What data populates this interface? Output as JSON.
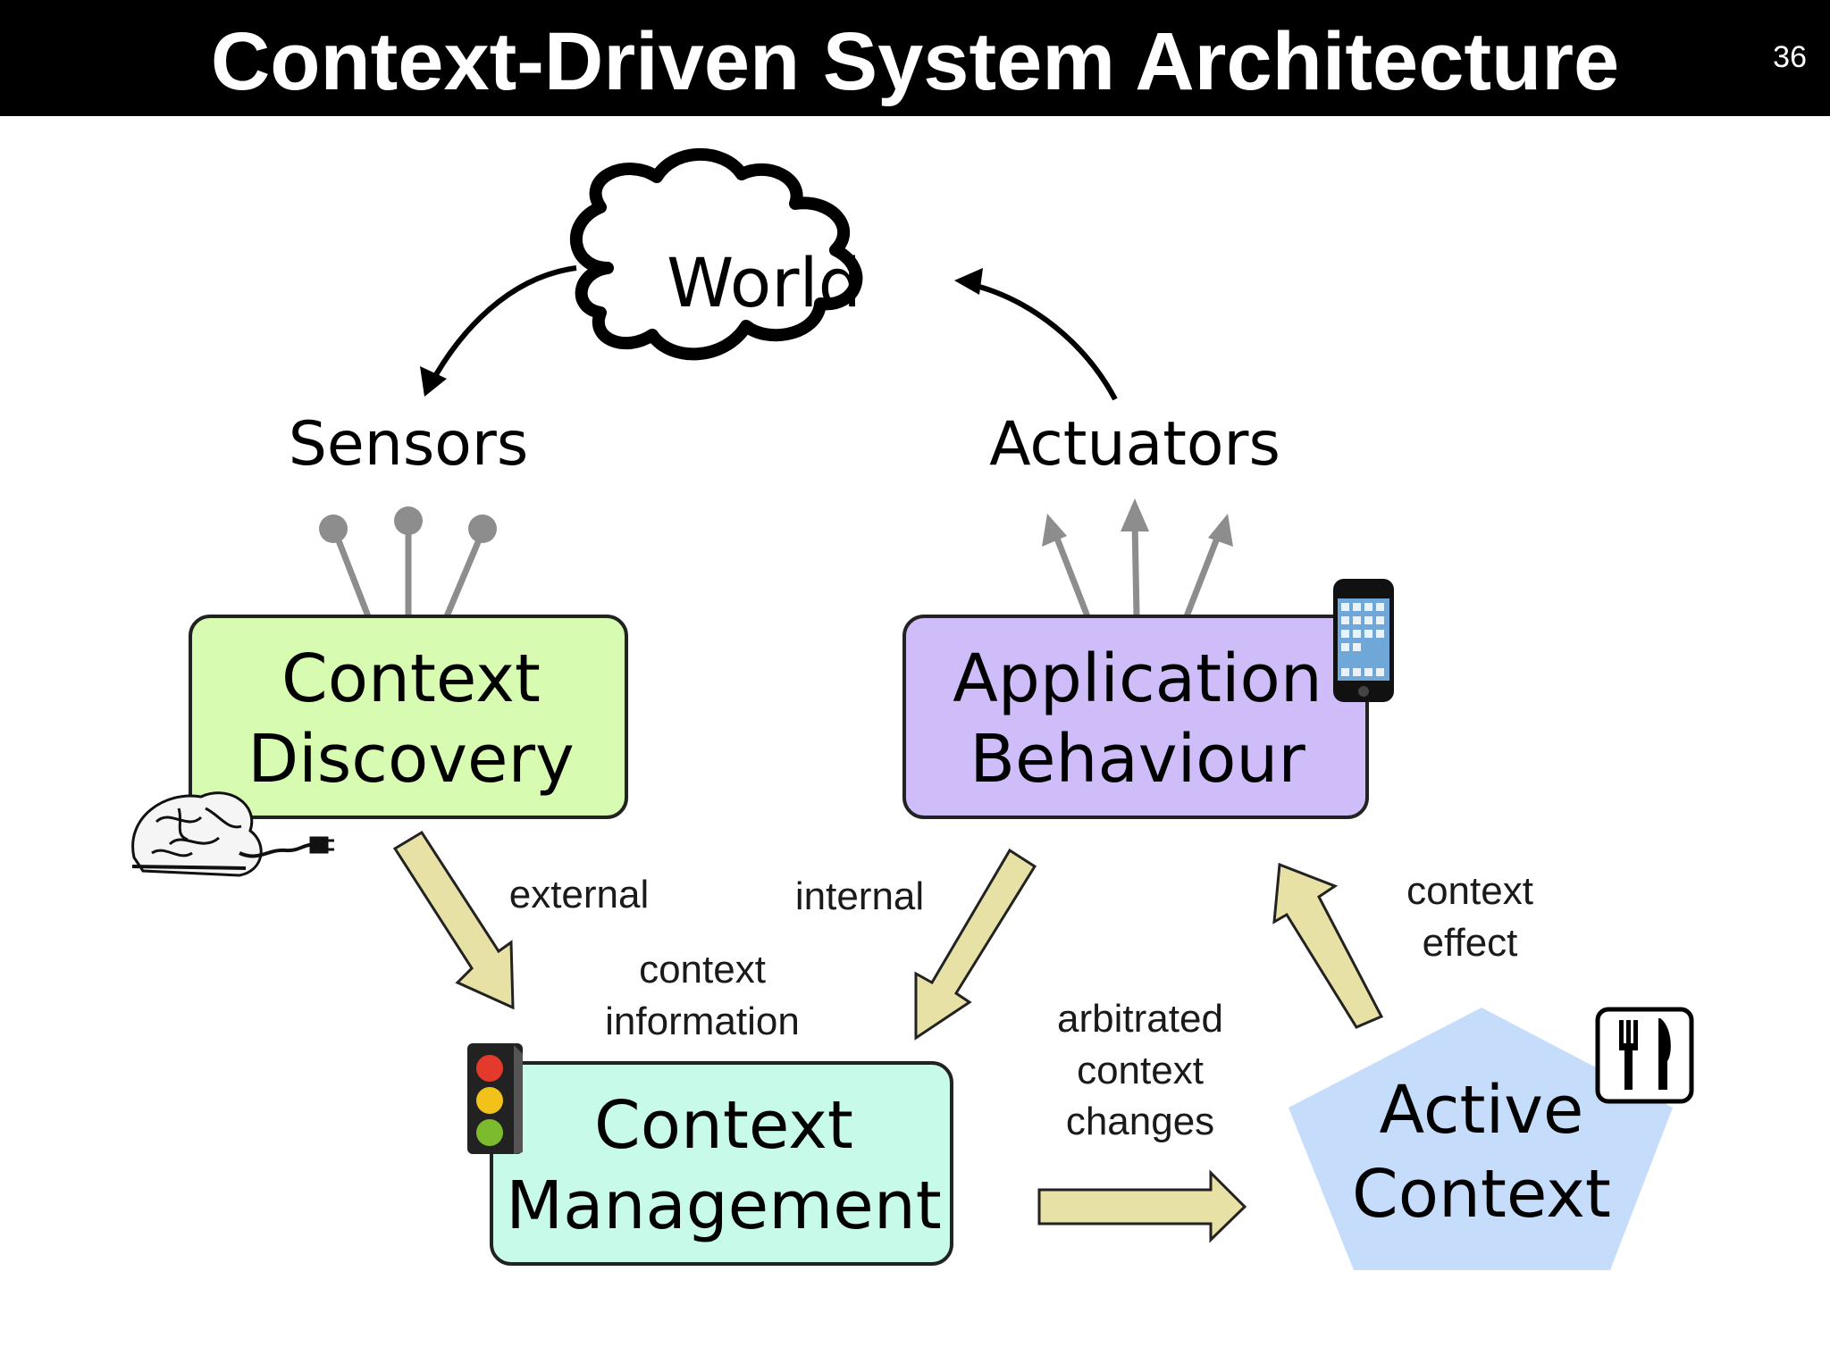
{
  "header": {
    "title": "Context-Driven System Architecture",
    "slide_number": "36"
  },
  "nodes": {
    "world": "World",
    "sensors": "Sensors",
    "actuators": "Actuators",
    "context_discovery": [
      "Context",
      "Discovery"
    ],
    "application_behaviour": [
      "Application",
      "Behaviour"
    ],
    "context_management": [
      "Context",
      "Management"
    ],
    "active_context": [
      "Active",
      "Context"
    ]
  },
  "edge_labels": {
    "external": "external",
    "internal": "internal",
    "context_information": [
      "context",
      "information"
    ],
    "context_effect": [
      "context",
      "effect"
    ],
    "arbitrated_changes": [
      "arbitrated",
      "context",
      "changes"
    ]
  },
  "colors": {
    "context_discovery_fill": "#d8fbb2",
    "application_behaviour_fill": "#cfbdfa",
    "context_management_fill": "#c8faea",
    "active_context_fill": "#c6dcfb",
    "arrow_fill": "#e7e1a6",
    "signal_gray": "#8d8d8d"
  },
  "icons": {
    "brain": "brain-with-plug-icon",
    "phone": "smartphone-icon",
    "traffic_light": "traffic-light-icon",
    "restaurant": "fork-knife-icon"
  }
}
